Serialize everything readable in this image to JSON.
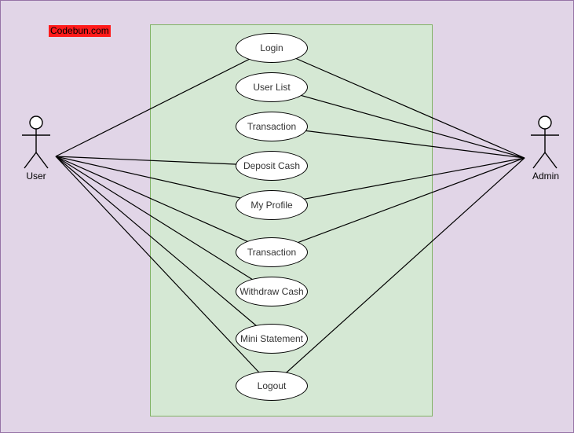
{
  "watermark": {
    "label": "Codebun.com",
    "bg_color": "#ff1a1a",
    "text_color": "#000000"
  },
  "diagram": {
    "type": "uml-use-case",
    "actors": [
      {
        "id": "user",
        "label": "User"
      },
      {
        "id": "admin",
        "label": "Admin"
      }
    ],
    "use_cases": [
      {
        "id": "login",
        "label": "Login"
      },
      {
        "id": "user-list",
        "label": "User List"
      },
      {
        "id": "transaction-1",
        "label": "Transaction"
      },
      {
        "id": "deposit-cash",
        "label": "Deposit Cash"
      },
      {
        "id": "my-profile",
        "label": "My Profile"
      },
      {
        "id": "transaction-2",
        "label": "Transaction"
      },
      {
        "id": "withdraw-cash",
        "label": "Withdraw Cash"
      },
      {
        "id": "mini-statement",
        "label": "Mini Statement"
      },
      {
        "id": "logout",
        "label": "Logout"
      }
    ],
    "connections": [
      {
        "from": "user",
        "to": "login"
      },
      {
        "from": "user",
        "to": "deposit-cash"
      },
      {
        "from": "user",
        "to": "my-profile"
      },
      {
        "from": "user",
        "to": "transaction-2"
      },
      {
        "from": "user",
        "to": "withdraw-cash"
      },
      {
        "from": "user",
        "to": "mini-statement"
      },
      {
        "from": "user",
        "to": "logout"
      },
      {
        "from": "admin",
        "to": "login"
      },
      {
        "from": "admin",
        "to": "user-list"
      },
      {
        "from": "admin",
        "to": "transaction-1"
      },
      {
        "from": "admin",
        "to": "my-profile"
      },
      {
        "from": "admin",
        "to": "transaction-2"
      },
      {
        "from": "admin",
        "to": "logout"
      }
    ],
    "colors": {
      "background": "#e1d5e7",
      "canvas_border": "#9673a6",
      "boundary_fill": "#d5e8d4",
      "boundary_border": "#82b366",
      "usecase_fill": "#ffffff",
      "line": "#000000",
      "watermark_bg": "#ff1a1a"
    }
  }
}
